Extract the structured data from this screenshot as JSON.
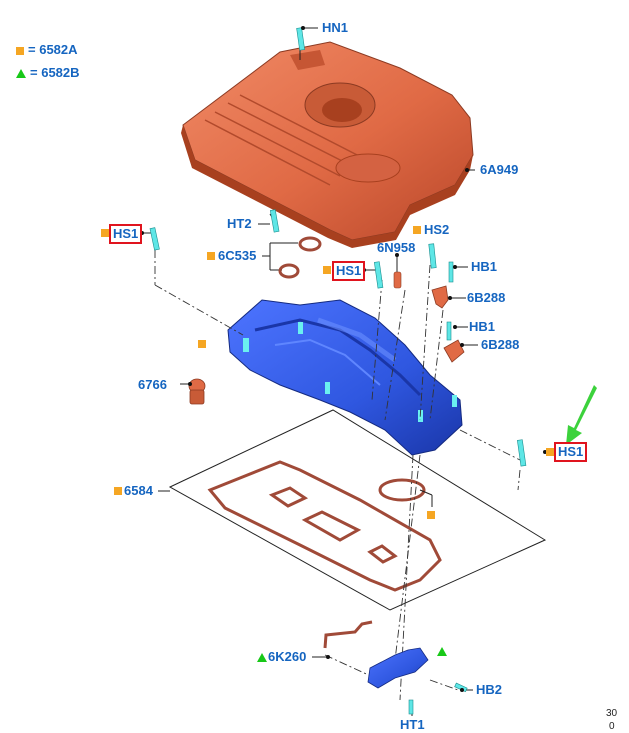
{
  "legend": {
    "square_code": "6582A",
    "triangle_code": "6582B",
    "equals": "="
  },
  "callouts": {
    "hn1": "HN1",
    "part_6a949": "6A949",
    "ht2": "HT2",
    "hs1_left": "HS1",
    "part_6c535": "6C535",
    "hs1_center": "HS1",
    "part_6n958": "6N958",
    "hs2": "HS2",
    "hb1_top": "HB1",
    "part_6b288_top": "6B288",
    "hb1_lower": "HB1",
    "part_6b288_lower": "6B288",
    "part_6766": "6766",
    "hs1_right": "HS1",
    "part_6584": "6584",
    "part_6k260": "6K260",
    "hb2": "HB2",
    "ht1": "HT1"
  },
  "page_ref": {
    "line1": "30",
    "line2": "0"
  },
  "colors": {
    "label_blue": "#1565c0",
    "marker_orange": "#f5a623",
    "marker_green": "#18c818",
    "highlight_red": "#e0141e",
    "arrow_green": "#3cd23c",
    "cover_orange": "#e06a45",
    "manifold_blue": "#2f57e0",
    "gasket_brown": "#a04a38"
  }
}
